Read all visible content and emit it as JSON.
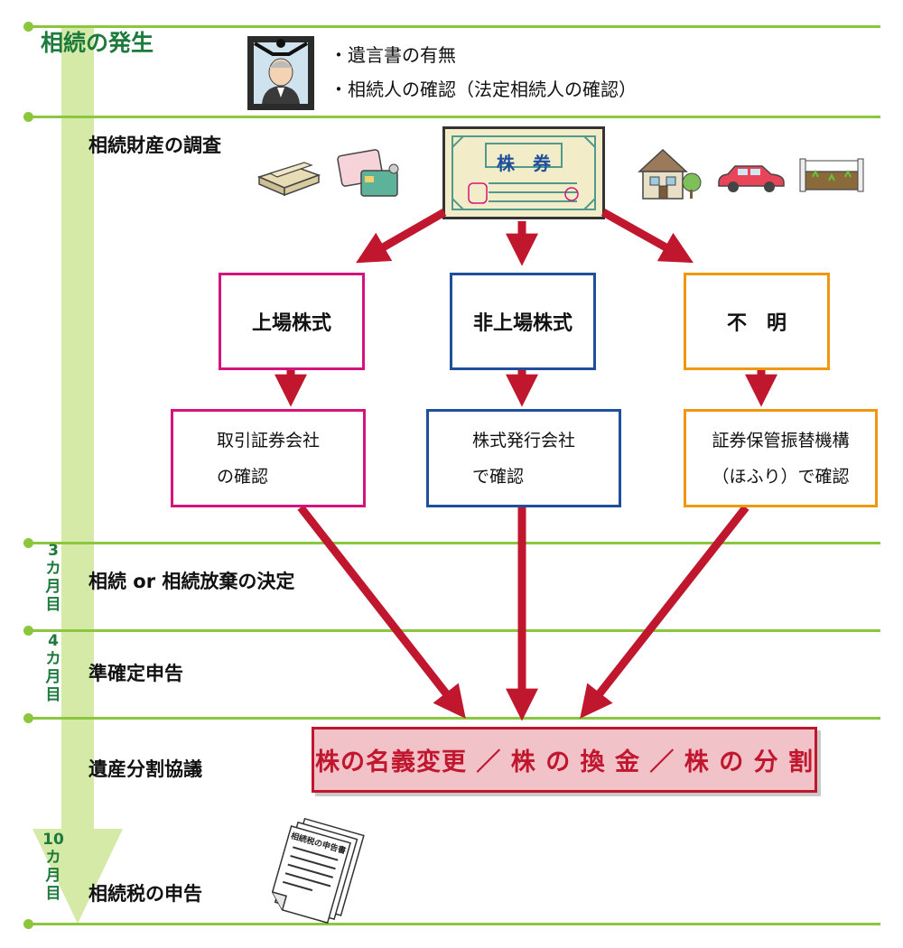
{
  "timeline": {
    "title": "相続の発生",
    "stages": [
      "相続財産の調査",
      "相続 or 相続放棄の決定",
      "準確定申告",
      "遺産分割協議",
      "相続税の申告"
    ],
    "months": {
      "m3": [
        "3",
        "カ",
        "月",
        "目"
      ],
      "m4": [
        "4",
        "カ",
        "月",
        "目"
      ],
      "m10": [
        "10",
        "カ",
        "月",
        "目"
      ]
    }
  },
  "occurrence": {
    "bullets": [
      "・遺言書の有無",
      "・相続人の確認（法定相続人の確認）"
    ]
  },
  "certificate": {
    "label": "株　券"
  },
  "categories": [
    {
      "label": "上場株式",
      "action": [
        "取引証券会社",
        "の確認"
      ],
      "color": "#d4147c"
    },
    {
      "label": "非上場株式",
      "action": [
        "株式発行会社",
        "で確認"
      ],
      "color": "#1f4e9a"
    },
    {
      "label": "不　明",
      "action": [
        "証券保管振替機構",
        "（ほふり）で確認"
      ],
      "color": "#f0960f"
    }
  ],
  "result": {
    "label": "株の名義変更 ／ 株 の 換 金 ／ 株 の 分 割"
  },
  "tax_form": {
    "label": "相続税の申告書"
  },
  "colors": {
    "timeline": "#8cc63f",
    "arrow": "#c0172e",
    "heading": "#1e7a3c"
  }
}
